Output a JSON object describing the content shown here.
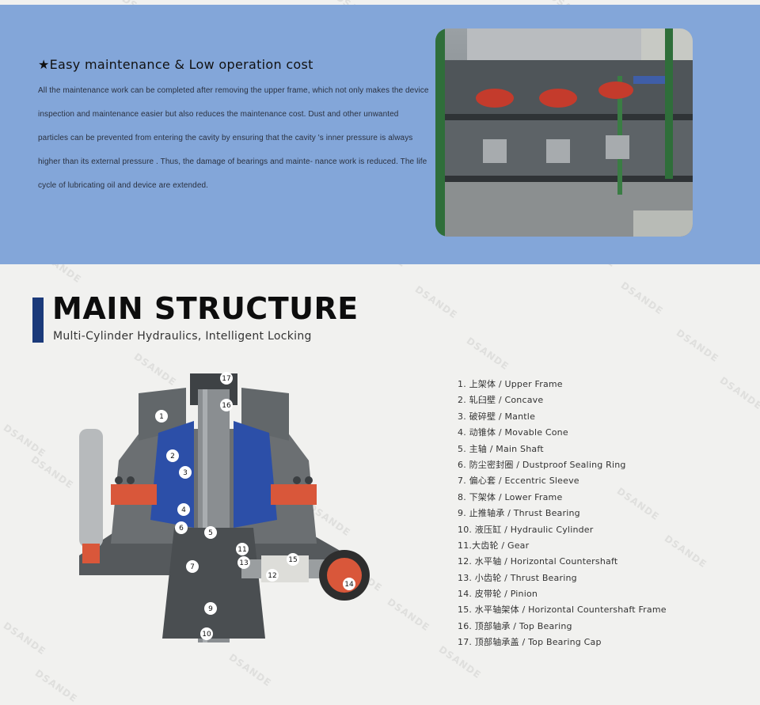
{
  "feature": {
    "title": "★Easy maintenance & Low operation cost",
    "body": "All the maintenance work can be completed after removing the upper frame, which  not only makes the device  inspection and  maintenance easier but also reduces the maintenance cost. Dust and other unwanted particles can be prevented from entering the cavity by ensuring that the cavity 's inner pressure is always higher than its   external    pressure .  Thus,    the    damage of    bearings    and mainte- nance work is reduced. The life cycle of lubricating oil and device are extended."
  },
  "section": {
    "title": "MAIN STRUCTURE",
    "subtitle": "Multi-Cylinder Hydraulics, Intelligent Locking"
  },
  "parts": [
    "1. 上架体 / Upper Frame",
    "2. 轧臼壁 / Concave",
    "3. 破碎壁 / Mantle",
    "4. 动锥体 / Movable Cone",
    "5. 主轴 / Main Shaft",
    "6. 防尘密封圈 / Dustproof Sealing Ring",
    "7. 偏心套 / Eccentric Sleeve",
    "8. 下架体 / Lower Frame",
    "9. 止推轴承 / Thrust Bearing",
    "10. 液压缸 / Hydraulic Cylinder",
    "11.大齿轮 / Gear",
    "12. 水平轴 / Horizontal Countershaft",
    "13. 小齿轮 / Thrust Bearing",
    "14. 皮带轮 / Pinion",
    "15. 水平轴架体 / Horizontal Countershaft Frame",
    "16. 顶部轴承 / Top Bearing",
    "17. 顶部轴承盖 / Top Bearing Cap"
  ],
  "diagram_labels": [
    "1",
    "2",
    "3",
    "4",
    "5",
    "6",
    "7",
    "9",
    "10",
    "11",
    "12",
    "13",
    "14",
    "15",
    "16",
    "17"
  ],
  "watermark": "DSANDE",
  "colors": {
    "band": "#83a6d9",
    "accent_bar": "#1b3a7a",
    "crusher_orange": "#d9573a",
    "crusher_blue": "#2c4fa8"
  }
}
